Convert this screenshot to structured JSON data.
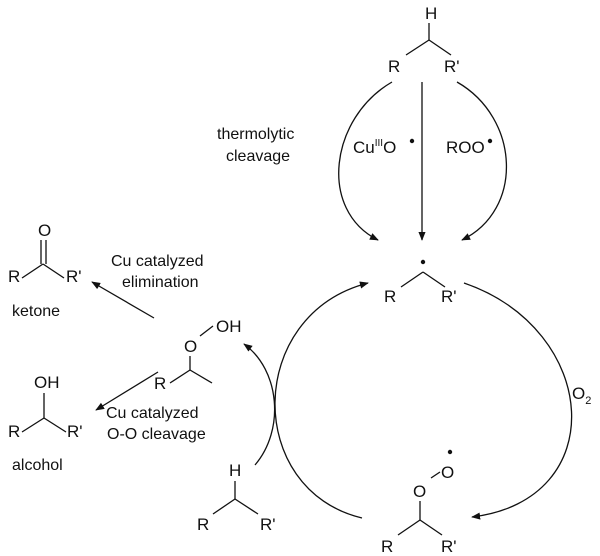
{
  "top_substrate": {
    "h": "H",
    "r": "R",
    "rp": "R'"
  },
  "thermolytic": {
    "line1": "thermolytic",
    "line2": "cleavage"
  },
  "cu_oxyl": {
    "base": "Cu",
    "sup": "III",
    "o": "O"
  },
  "roo": "ROO",
  "radical": {
    "r": "R",
    "rp": "R'"
  },
  "o2": {
    "o": "O",
    "sub": "2"
  },
  "peroxyl": {
    "o1": "O",
    "o2": "O",
    "r": "R",
    "rp": "R'"
  },
  "bottom_substrate": {
    "h": "H",
    "r": "R",
    "rp": "R'"
  },
  "hydroperoxide": {
    "o": "O",
    "oh": "OH",
    "r": "R"
  },
  "elimination": {
    "line1": "Cu catalyzed",
    "line2": "elimination"
  },
  "ketone": {
    "o": "O",
    "r": "R",
    "rp": "R'",
    "name": "ketone"
  },
  "oo_cleavage": {
    "line1": "Cu catalyzed",
    "line2": "O-O cleavage"
  },
  "alcohol": {
    "oh": "OH",
    "r": "R",
    "rp": "R'",
    "name": "alcohol"
  }
}
